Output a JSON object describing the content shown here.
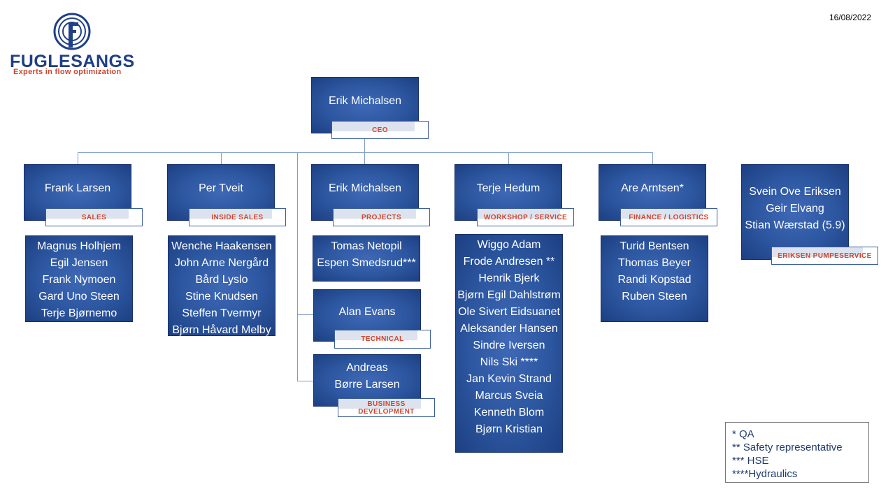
{
  "date": "16/08/2022",
  "logo": {
    "name": "FUGLESANGS",
    "tagline": "Experts in flow optimization"
  },
  "ceo": {
    "name": "Erik Michalsen",
    "role": "CEO"
  },
  "departments": [
    {
      "head": "Frank Larsen",
      "role": "SALES",
      "members": [
        "Magnus Holhjem",
        "Egil Jensen",
        "Frank Nymoen",
        "Gard Uno Steen",
        "Terje Bjørnemo"
      ]
    },
    {
      "head": "Per Tveit",
      "role": "INSIDE SALES",
      "members": [
        "Wenche Haakensen",
        "John Arne Nergård",
        "Bård Lyslo",
        "Stine Knudsen",
        "Steffen Tvermyr",
        "Bjørn Håvard Melby"
      ]
    },
    {
      "head": "Erik Michalsen",
      "role": "PROJECTS",
      "members": [
        "Tomas Netopil",
        "Espen Smedsrud***"
      ]
    },
    {
      "head": "Terje Hedum",
      "role": "WORKSHOP / SERVICE",
      "members": [
        "Wiggo Adam",
        "Frode Andresen **",
        "Henrik Bjerk",
        "Bjørn Egil Dahlstrøm",
        "Ole Sivert Eidsuanet",
        "Aleksander Hansen",
        "Sindre Iversen",
        "Nils Ski ****",
        "Jan Kevin Strand",
        "Marcus Sveia",
        "Kenneth Blom",
        "Bjørn Kristian"
      ]
    },
    {
      "head": "Are Arntsen*",
      "role": "FINANCE / LOGISTICS",
      "members": [
        "Turid Bentsen",
        "Thomas Beyer",
        "Randi Kopstad",
        "Ruben Steen"
      ]
    }
  ],
  "technical": {
    "name": "Alan Evans",
    "role": "TECHNICAL"
  },
  "business": {
    "name_line1": "Andreas",
    "name_line2": "Børre Larsen",
    "role_line1": "BUSINESS",
    "role_line2": "DEVELOPMENT"
  },
  "eriksen": {
    "members": [
      "Svein Ove Eriksen",
      "Geir Elvang",
      "Stian Wærstad (5.9)"
    ],
    "role": "ERIKSEN PUMPESERVICE"
  },
  "legend": [
    "* QA",
    "** Safety representative",
    "*** HSE",
    "****Hydraulics"
  ]
}
